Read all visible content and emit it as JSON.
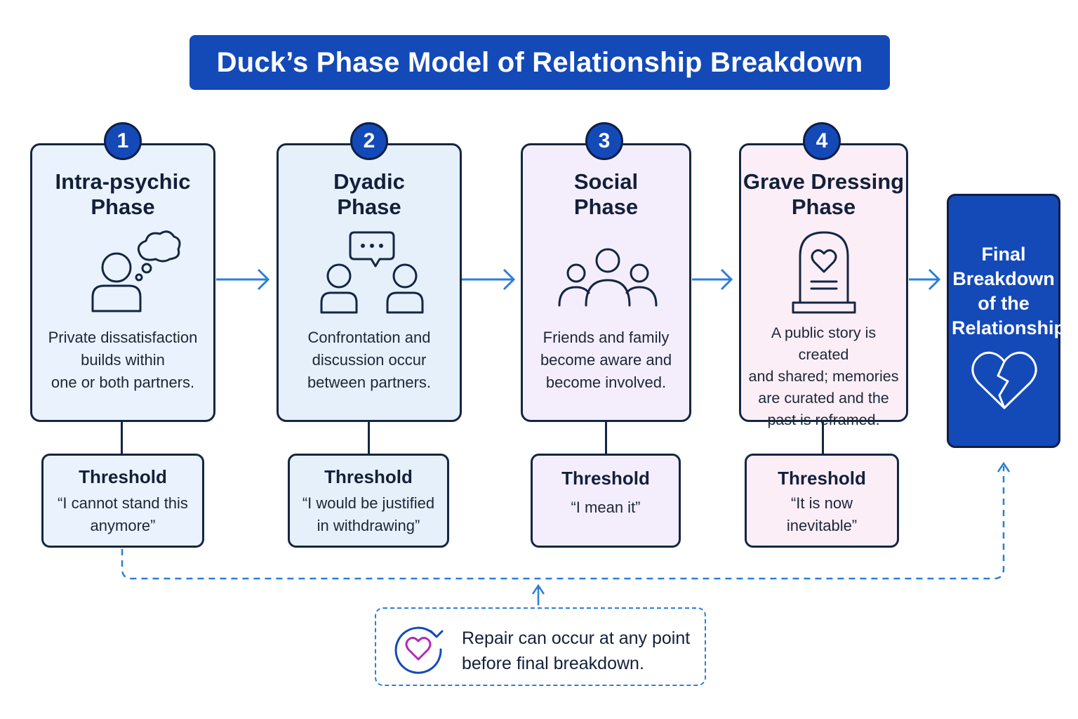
{
  "title": "Duck’s Phase Model of Relationship Breakdown",
  "phases": [
    {
      "number": "1",
      "title_line1": "Intra-psychic",
      "title_line2": "Phase",
      "desc_lines": [
        "Private dissatisfaction",
        "builds within",
        "one or both partners."
      ],
      "icon": "thinking-person-icon",
      "threshold_label": "Threshold",
      "threshold_lines": [
        "“I cannot stand this",
        "anymore”"
      ]
    },
    {
      "number": "2",
      "title_line1": "Dyadic",
      "title_line2": "Phase",
      "desc_lines": [
        "Confrontation and",
        "discussion occur",
        "between partners."
      ],
      "icon": "two-people-talking-icon",
      "threshold_label": "Threshold",
      "threshold_lines": [
        "“I would be justified",
        "in withdrawing”"
      ]
    },
    {
      "number": "3",
      "title_line1": "Social",
      "title_line2": "Phase",
      "desc_lines": [
        "Friends and family",
        "become aware and",
        "become involved."
      ],
      "icon": "group-icon",
      "threshold_label": "Threshold",
      "threshold_lines": [
        "“I mean it”"
      ]
    },
    {
      "number": "4",
      "title_line1": "Grave Dressing",
      "title_line2": "Phase",
      "desc_lines": [
        "A public story is created",
        "and shared; memories",
        "are curated and the",
        "past is reframed."
      ],
      "icon": "gravestone-heart-icon",
      "threshold_label": "Threshold",
      "threshold_lines": [
        "“It is now",
        "inevitable”"
      ]
    }
  ],
  "final": {
    "lines": [
      "Final",
      "Breakdown",
      "of the",
      "Relationship"
    ],
    "icon": "broken-heart-icon"
  },
  "repair": {
    "line1": "Repair can occur at any point",
    "line2": "before final breakdown.",
    "icon": "heart-cycle-icon"
  },
  "colors": {
    "primary_blue": "#1449b8",
    "outline": "#142642",
    "arrow_blue": "#2c7fd6",
    "phase1_fill": "#eaf3fd",
    "phase2_fill": "#e6f0fb",
    "phase3_fill": "#f4eefc",
    "phase4_fill": "#fbeef7",
    "repair_heart": "#b02bb6"
  }
}
